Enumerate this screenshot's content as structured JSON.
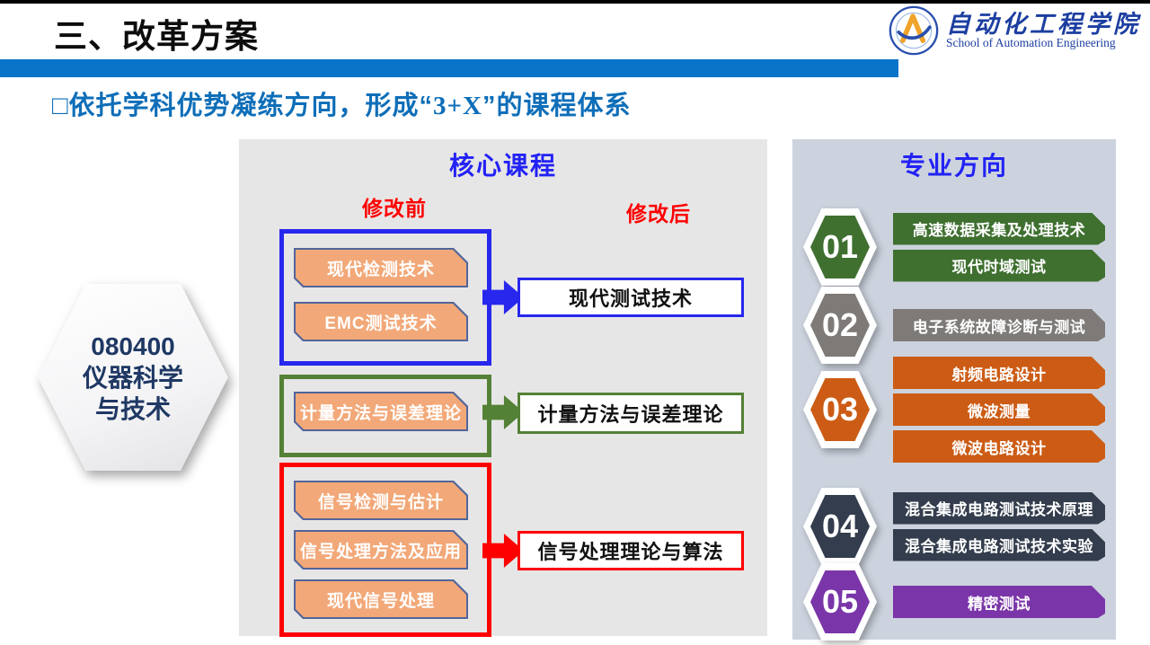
{
  "header": {
    "title": "三、改革方案",
    "top_bar_color": "#000000",
    "divider_color": "#0a74c9",
    "logo": {
      "name_cn": "自动化工程学院",
      "name_en": "School of Automation Engineering",
      "color": "#1c3ea0"
    }
  },
  "subtitle": {
    "bullet_pre": "□依托学科优势凝练方向，形成“",
    "formula": "3+X",
    "post": "”的课程体系",
    "color": "#0e6eb8"
  },
  "major_hexagon": {
    "line1": "080400",
    "line2": "仪器科学",
    "line3": "与技术",
    "text_color": "#1f3864"
  },
  "core_panel": {
    "title": "核心课程",
    "title_color": "#2222f5",
    "col_before": "修改前",
    "col_after": "修改后",
    "col_color": "#fe0000",
    "item_fill": "#f2a878",
    "groups": [
      {
        "color": "#2727ee",
        "items": [
          "现代检测技术",
          "EMC测试技术"
        ],
        "result": "现代测试技术"
      },
      {
        "color": "#538135",
        "items": [
          "计量方法与误差理论"
        ],
        "result": "计量方法与误差理论"
      },
      {
        "color": "#fe0000",
        "items": [
          "信号检测与估计",
          "信号处理方法及应用",
          "现代信号处理"
        ],
        "result": "信号处理理论与算法"
      }
    ]
  },
  "directions_panel": {
    "title": "专业方向",
    "title_color": "#2222f5",
    "background": "#ccd3de",
    "directions": [
      {
        "num": "01",
        "color": "#3f7030",
        "courses": [
          "高速数据采集及处理技术",
          "现代时域测试"
        ]
      },
      {
        "num": "02",
        "color": "#7e7a78",
        "courses": [
          "电子系统故障诊断与测试"
        ]
      },
      {
        "num": "03",
        "color": "#cc5c15",
        "courses": [
          "射频电路设计",
          "微波测量",
          "微波电路设计"
        ]
      },
      {
        "num": "04",
        "color": "#333d4d",
        "courses": [
          "混合集成电路测试技术原理",
          "混合集成电路测试技术实验"
        ]
      },
      {
        "num": "05",
        "color": "#7a35a8",
        "courses": [
          "精密测试"
        ]
      }
    ]
  }
}
